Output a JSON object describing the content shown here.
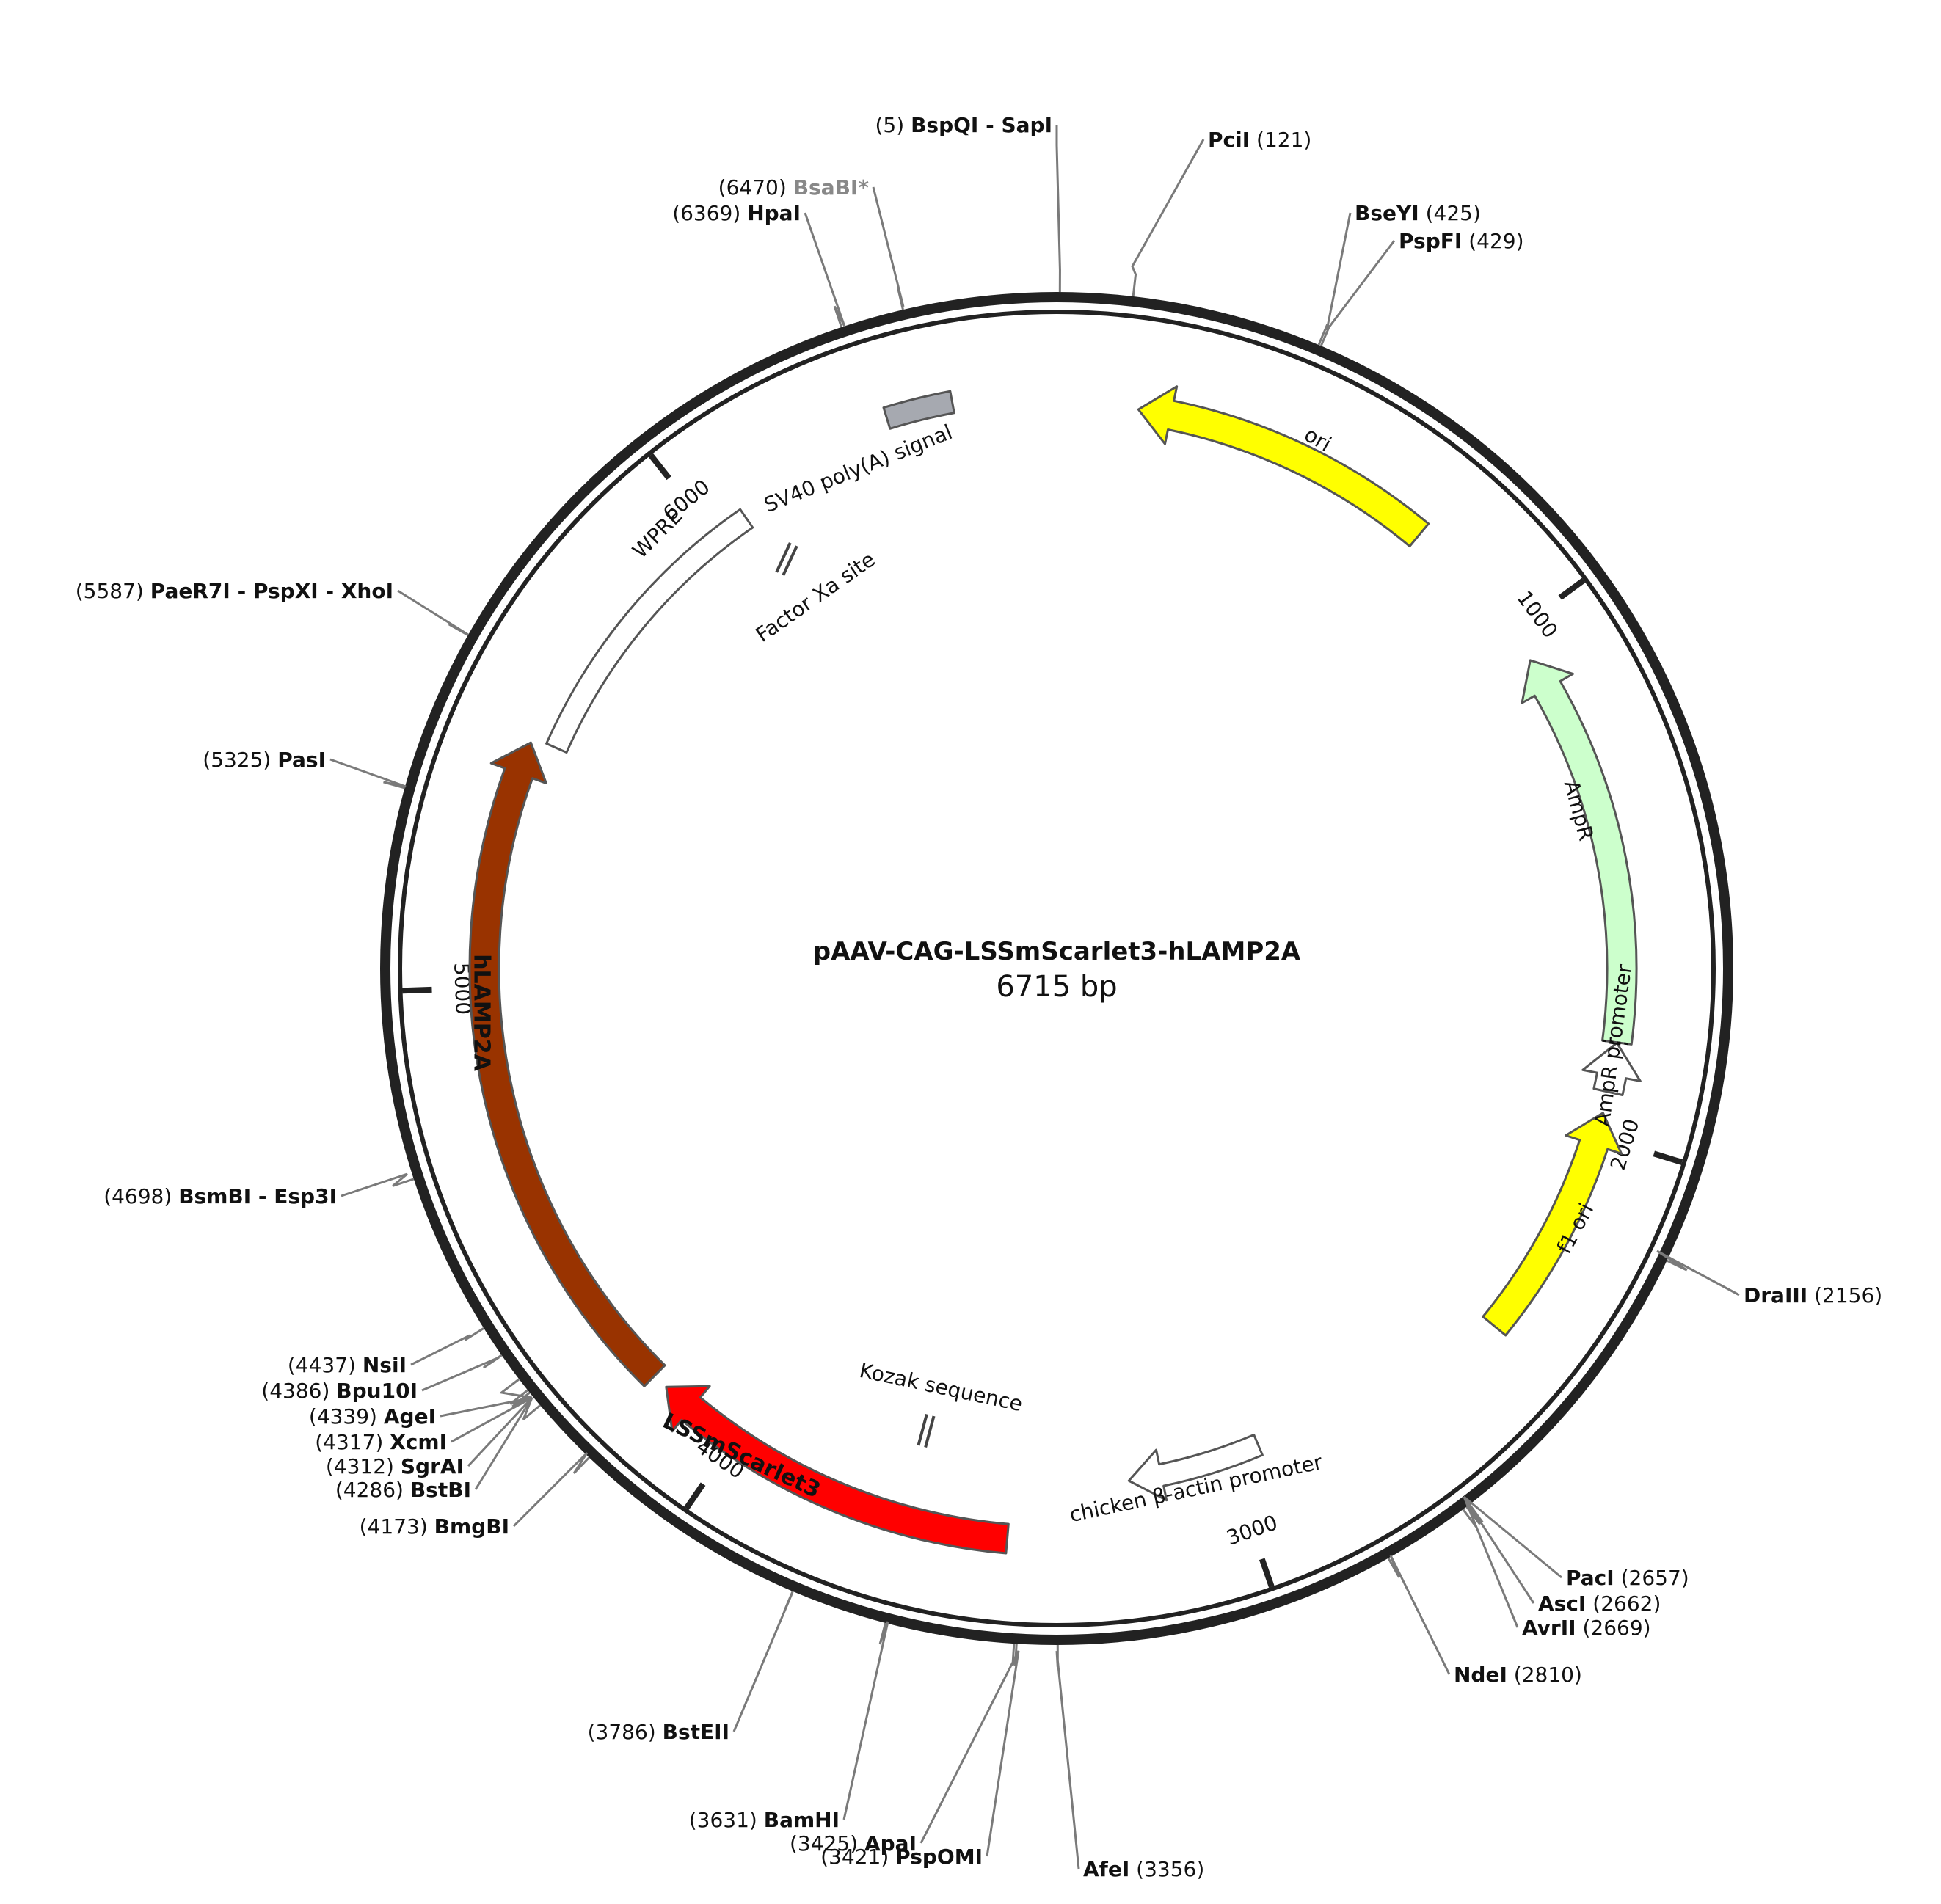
{
  "plasmid": {
    "name": "pAAV-CAG-LSSmScarlet3-hLAMP2A",
    "size_label": "6715 bp",
    "length": 6715
  },
  "ticks": [
    {
      "pos": 1000,
      "label": "1000"
    },
    {
      "pos": 2000,
      "label": "2000"
    },
    {
      "pos": 3000,
      "label": "3000"
    },
    {
      "pos": 4000,
      "label": "4000"
    },
    {
      "pos": 5000,
      "label": "5000"
    },
    {
      "pos": 6000,
      "label": "6000"
    }
  ],
  "features": [
    {
      "id": "ori",
      "label": "ori",
      "start": 155,
      "end": 744,
      "direction": "ccw",
      "fill": "#ffff00",
      "stroke": "#555555",
      "label_color": "#111111"
    },
    {
      "id": "ampr",
      "label": "AmpR",
      "start": 1062,
      "end": 1819,
      "direction": "ccw",
      "fill": "#ccffcc",
      "stroke": "#555555",
      "label_color": "#111111"
    },
    {
      "id": "ampr-promoter",
      "label": "AmpR promoter",
      "start": 1820,
      "end": 1914,
      "direction": "ccw",
      "fill": "#ffffff",
      "stroke": "#555555",
      "label_color": "#111111"
    },
    {
      "id": "f1-ori",
      "label": "f1 ori",
      "start": 1955,
      "end": 2411,
      "direction": "ccw",
      "fill": "#ffff00",
      "stroke": "#555555",
      "label_color": "#111111"
    },
    {
      "id": "chicken-actin-promoter",
      "label": "chicken β-actin promoter",
      "start": 2930,
      "end": 3208,
      "direction": "cw",
      "fill": "#ffffff",
      "stroke": "#555555",
      "label_color": "#111111"
    },
    {
      "id": "lssmscarlet3",
      "label": "LSSmScarlet3",
      "start": 3450,
      "end": 4160,
      "direction": "cw",
      "fill": "#ff0000",
      "stroke": "#555555",
      "label_color": "#ffffff"
    },
    {
      "id": "hlamp2a",
      "label": "hLAMP2A",
      "start": 4190,
      "end": 5470,
      "direction": "cw",
      "fill": "#993300",
      "stroke": "#555555",
      "label_color": "#ffffff"
    },
    {
      "id": "wpre",
      "label": "WPRE",
      "start": 5480,
      "end": 6070,
      "direction": "none",
      "fill": "#ffffff",
      "stroke": "#555555",
      "label_color": "#111111"
    },
    {
      "id": "sv40-polya",
      "label": "SV40 poly(A) signal",
      "start": 6395,
      "end": 6520,
      "direction": "none",
      "fill": "#a6a9b0",
      "stroke": "#555555",
      "label_color": "#111111"
    }
  ],
  "small_features": [
    {
      "id": "factor-xa-site",
      "label": "Factor Xa site",
      "pos": 6448
    },
    {
      "id": "kozak-sequence",
      "label": "Kozak sequence",
      "pos": 3440
    }
  ],
  "sites": [
    {
      "name": "BspQI - SapI",
      "pos": 5,
      "pos_label": "(5)",
      "side": "left",
      "grey": false
    },
    {
      "name": "PciI",
      "pos": 121,
      "pos_label": "(121)",
      "side": "right",
      "grey": false
    },
    {
      "name": "BseYI",
      "pos": 425,
      "pos_label": "(425)",
      "side": "right",
      "grey": false
    },
    {
      "name": "PspFI",
      "pos": 429,
      "pos_label": "(429)",
      "side": "right",
      "grey": false
    },
    {
      "name": "DraIII",
      "pos": 2156,
      "pos_label": "(2156)",
      "side": "right",
      "grey": false
    },
    {
      "name": "PacI",
      "pos": 2657,
      "pos_label": "(2657)",
      "side": "right",
      "grey": false
    },
    {
      "name": "AscI",
      "pos": 2662,
      "pos_label": "(2662)",
      "side": "right",
      "grey": false
    },
    {
      "name": "AvrII",
      "pos": 2669,
      "pos_label": "(2669)",
      "side": "right",
      "grey": false
    },
    {
      "name": "NdeI",
      "pos": 2810,
      "pos_label": "(2810)",
      "side": "right",
      "grey": false
    },
    {
      "name": "AfeI",
      "pos": 3356,
      "pos_label": "(3356)",
      "side": "right",
      "grey": false
    },
    {
      "name": "PspOMI",
      "pos": 3421,
      "pos_label": "(3421)",
      "side": "left",
      "grey": false
    },
    {
      "name": "ApaI",
      "pos": 3425,
      "pos_label": "(3425)",
      "side": "left",
      "grey": false
    },
    {
      "name": "BamHI",
      "pos": 3631,
      "pos_label": "(3631)",
      "side": "left",
      "grey": false
    },
    {
      "name": "BstEII",
      "pos": 3786,
      "pos_label": "(3786)",
      "side": "left",
      "grey": false
    },
    {
      "name": "BmgBI",
      "pos": 4173,
      "pos_label": "(4173)",
      "side": "left",
      "grey": false
    },
    {
      "name": "BstBI",
      "pos": 4286,
      "pos_label": "(4286)",
      "side": "left",
      "grey": false
    },
    {
      "name": "SgrAI",
      "pos": 4312,
      "pos_label": "(4312)",
      "side": "left",
      "grey": false
    },
    {
      "name": "XcmI",
      "pos": 4317,
      "pos_label": "(4317)",
      "side": "left",
      "grey": false
    },
    {
      "name": "AgeI",
      "pos": 4339,
      "pos_label": "(4339)",
      "side": "left",
      "grey": false
    },
    {
      "name": "Bpu10I",
      "pos": 4386,
      "pos_label": "(4386)",
      "side": "left",
      "grey": false
    },
    {
      "name": "NsiI",
      "pos": 4437,
      "pos_label": "(4437)",
      "side": "left",
      "grey": false
    },
    {
      "name": "BsmBI - Esp3I",
      "pos": 4698,
      "pos_label": "(4698)",
      "side": "left",
      "grey": false
    },
    {
      "name": "PasI",
      "pos": 5325,
      "pos_label": "(5325)",
      "side": "left",
      "grey": false
    },
    {
      "name": "PaeR7I - PspXI - XhoI",
      "pos": 5587,
      "pos_label": "(5587)",
      "side": "left",
      "grey": false
    },
    {
      "name": "HpaI",
      "pos": 6369,
      "pos_label": "(6369)",
      "side": "left",
      "grey": false
    },
    {
      "name": "BsaBI*",
      "pos": 6470,
      "pos_label": "(6470)",
      "side": "left",
      "grey": true
    }
  ]
}
